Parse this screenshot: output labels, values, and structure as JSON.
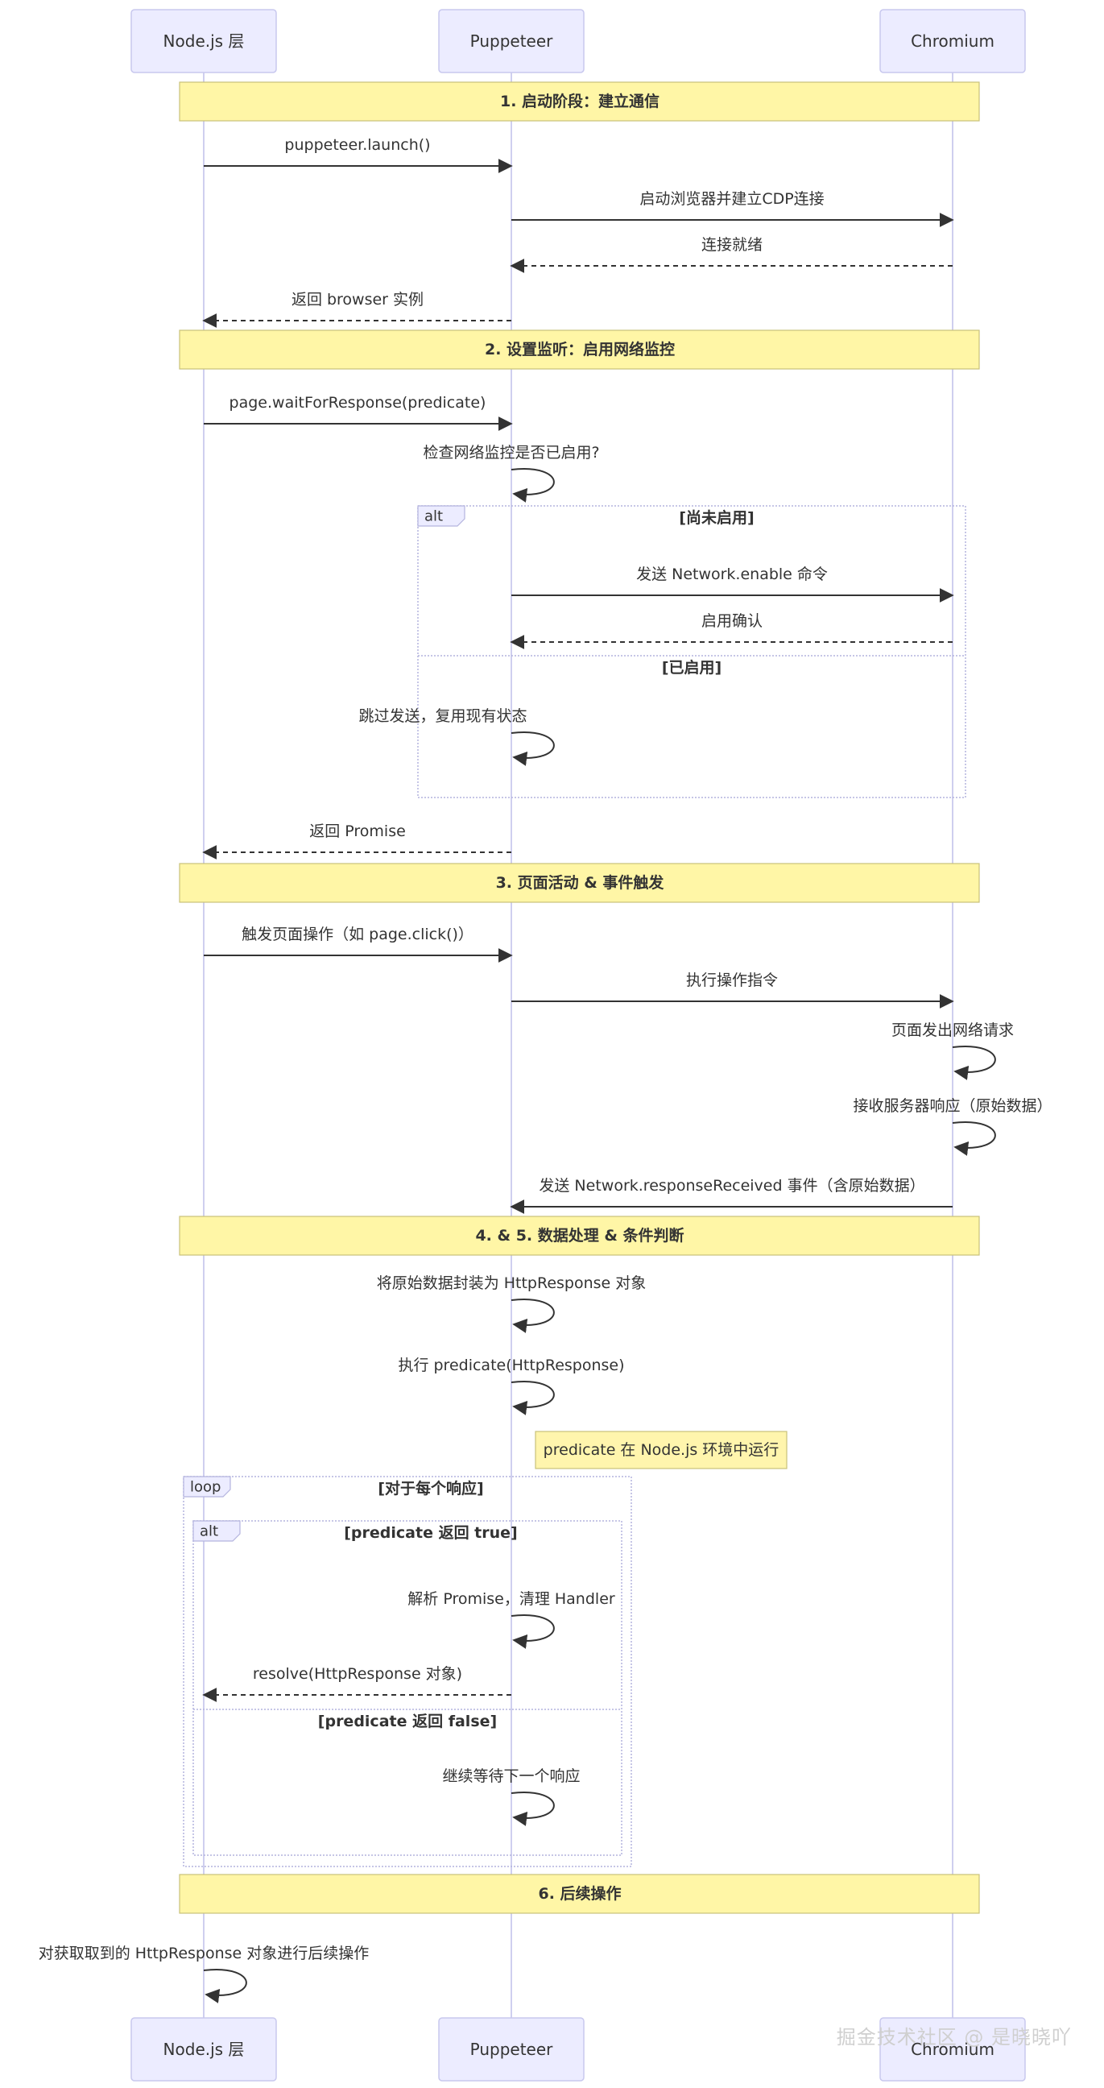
{
  "participants": [
    "Node.js 层",
    "Puppeteer",
    "Chromium"
  ],
  "phases": [
    "1. 启动阶段：建立通信",
    "2. 设置监听：启用网络监控",
    "3. 页面活动 & 事件触发",
    "4. & 5. 数据处理 & 条件判断",
    "6. 后续操作"
  ],
  "messages": [
    "puppeteer.launch()",
    "启动浏览器并建立CDP连接",
    "连接就绪",
    "返回 browser 实例",
    "page.waitForResponse(predicate)",
    "检查网络监控是否已启用?",
    "发送 Network.enable 命令",
    "启用确认",
    "跳过发送，复用现有状态",
    "返回 Promise",
    "触发页面操作（如 page.click()）",
    "执行操作指令",
    "页面发出网络请求",
    "接收服务器响应（原始数据）",
    "发送 Network.responseReceived 事件（含原始数据）",
    "将原始数据封装为 HttpResponse 对象",
    "执行 predicate(HttpResponse)",
    "解析 Promise，清理 Handler",
    "resolve(HttpResponse 对象)",
    "继续等待下一个响应",
    "对获取取到的 HttpResponse 对象进行后续操作"
  ],
  "note": "predicate 在 Node.js 环境中运行",
  "fragments": {
    "alt1_tag": "alt",
    "alt1_cond1": "[尚未启用]",
    "alt1_cond2": "[已启用]",
    "loop_tag": "loop",
    "loop_cond": "[对于每个响应]",
    "alt2_tag": "alt",
    "alt2_cond1": "[predicate 返回 true]",
    "alt2_cond2": "[predicate 返回 false]"
  },
  "watermark": "掘金技术社区 @ 是晓晓吖",
  "colors": {
    "actor_fill": "#ECECFF",
    "actor_stroke": "#C8C8EE",
    "lifeline": "#CFCFEF",
    "phase_fill": "#FFF6A6",
    "phase_stroke": "#C9C27A",
    "note_fill": "#FFF5AD",
    "fragment_stroke": "#B4B4DE",
    "arrow": "#333333"
  }
}
